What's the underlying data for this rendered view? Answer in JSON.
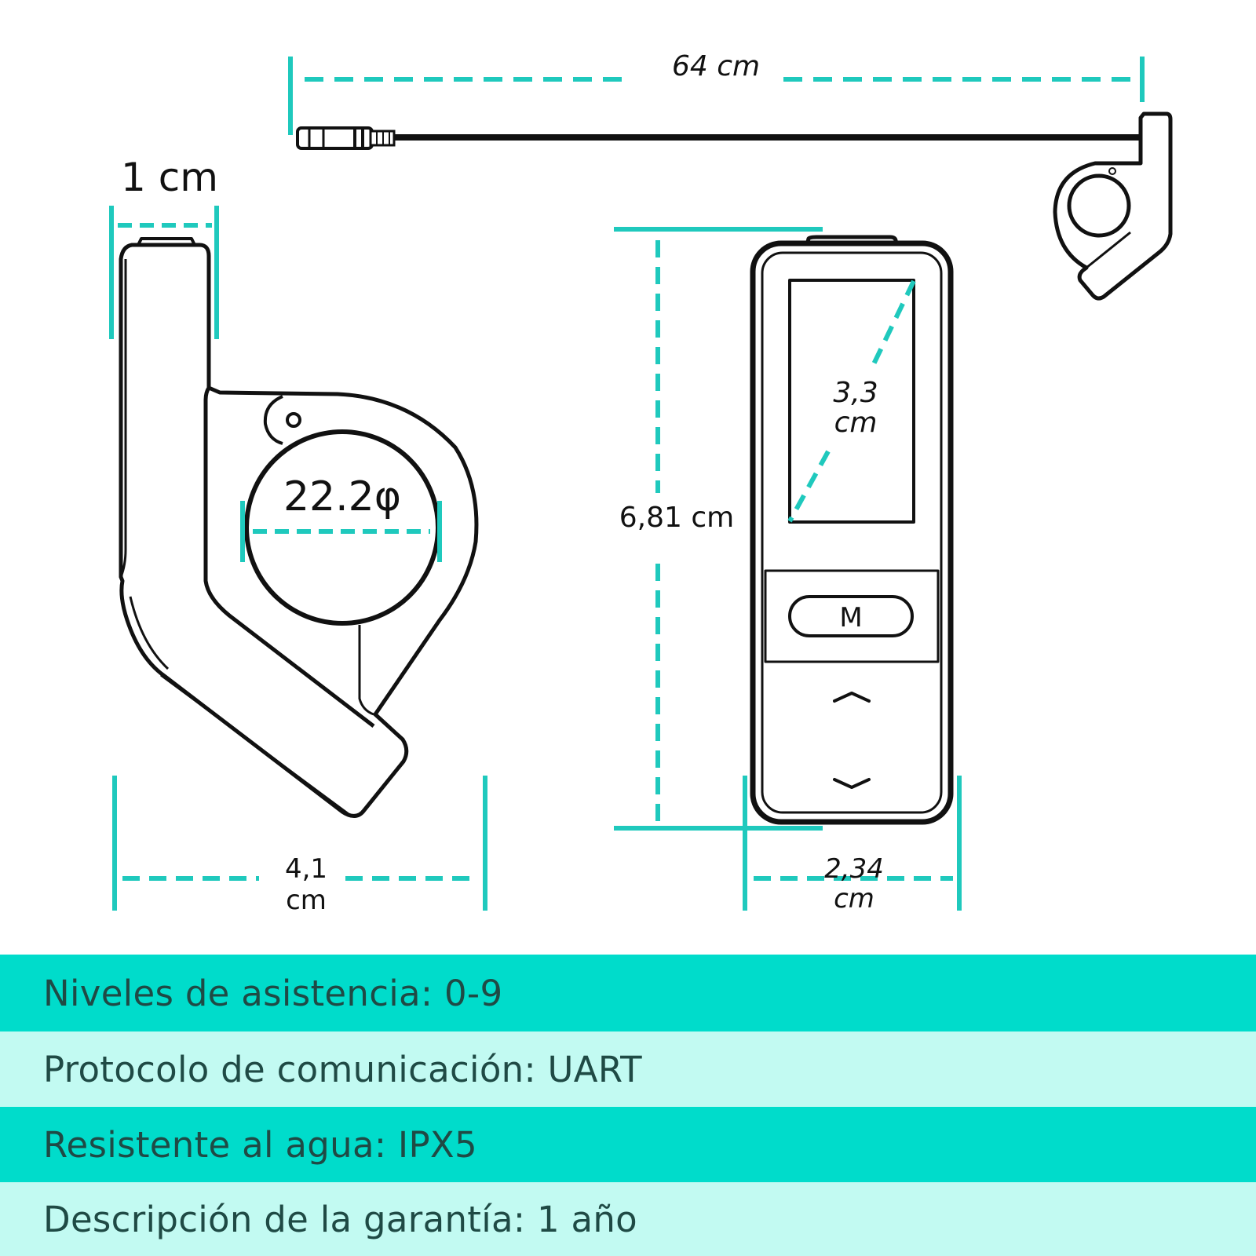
{
  "dimensions": {
    "cable_length": "64 cm",
    "clamp_width": "1 cm",
    "clamp_diameter": "22.2φ",
    "clamp_depth_value": "4,1",
    "clamp_depth_unit": "cm",
    "display_height": "6,81 cm",
    "screen_diag_value": "3,3",
    "screen_diag_unit": "cm",
    "display_width_value": "2,34",
    "display_width_unit": "cm"
  },
  "device": {
    "mode_button_label": "M",
    "up_icon": "chevron-up-icon",
    "down_icon": "chevron-down-icon"
  },
  "specs": [
    {
      "text": "Niveles de asistencia: 0-9",
      "bg": "#00dccb"
    },
    {
      "text": "Protocolo de comunicación: UART",
      "bg": "#c2faf2"
    },
    {
      "text": "Resistente al agua: IPX5",
      "bg": "#00dccb"
    },
    {
      "text": "Descripción de la garantía: 1 año",
      "bg": "#c2faf2"
    }
  ],
  "colors": {
    "accent": "#1fc9bd",
    "line": "#111111"
  }
}
